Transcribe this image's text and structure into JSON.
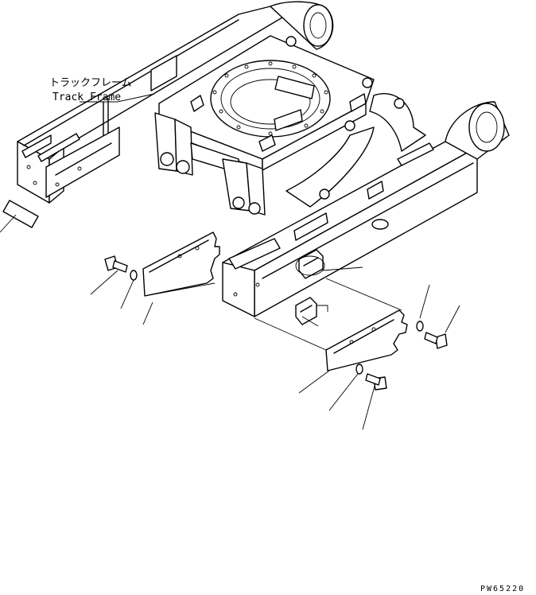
{
  "labels": {
    "track_frame_jp": "トラックフレーム",
    "track_frame_en": "Track Frame",
    "drawing_id": "PW65220"
  }
}
